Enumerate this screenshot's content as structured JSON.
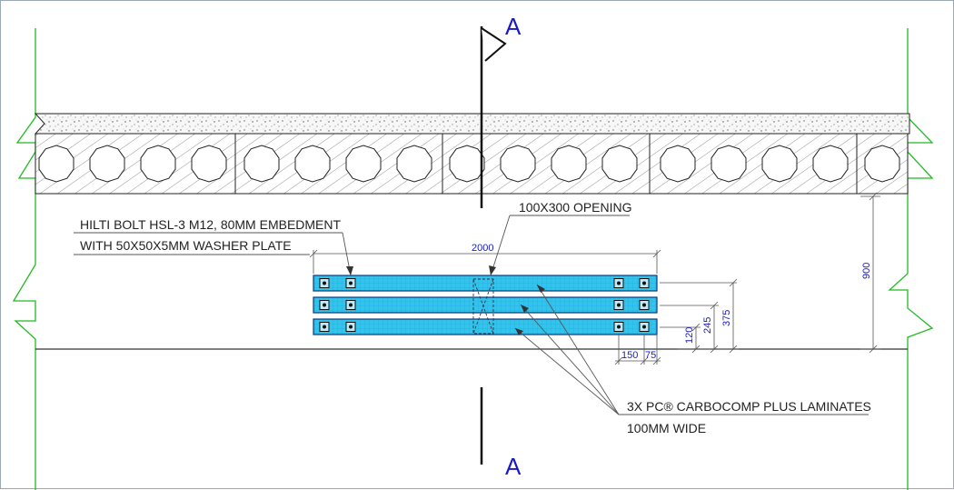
{
  "section_marks": {
    "top": "A",
    "bottom": "A"
  },
  "labels": {
    "hilti_line1": "HILTI BOLT HSL-3 M12, 80MM EMBEDMENT",
    "hilti_line2": "WITH 50X50X5MM WASHER PLATE",
    "opening": "100X300 OPENING",
    "laminates_line1": "3X PC® CARBOCOMP PLUS LAMINATES",
    "laminates_line2": "100MM WIDE"
  },
  "dimensions": {
    "overall_length": "2000",
    "beam_depth": "900",
    "laminate_spacing": "120",
    "mid_height": "245",
    "top_height": "375",
    "bolt_edge_1": "150",
    "bolt_edge_2": "75"
  },
  "colors": {
    "laminate_fill": "#33c4ee",
    "laminate_stroke": "#0a3a7a",
    "outline_green": "#22bb22",
    "dimension_text": "#1a1ac8",
    "section_mark": "#1a1ac8"
  }
}
